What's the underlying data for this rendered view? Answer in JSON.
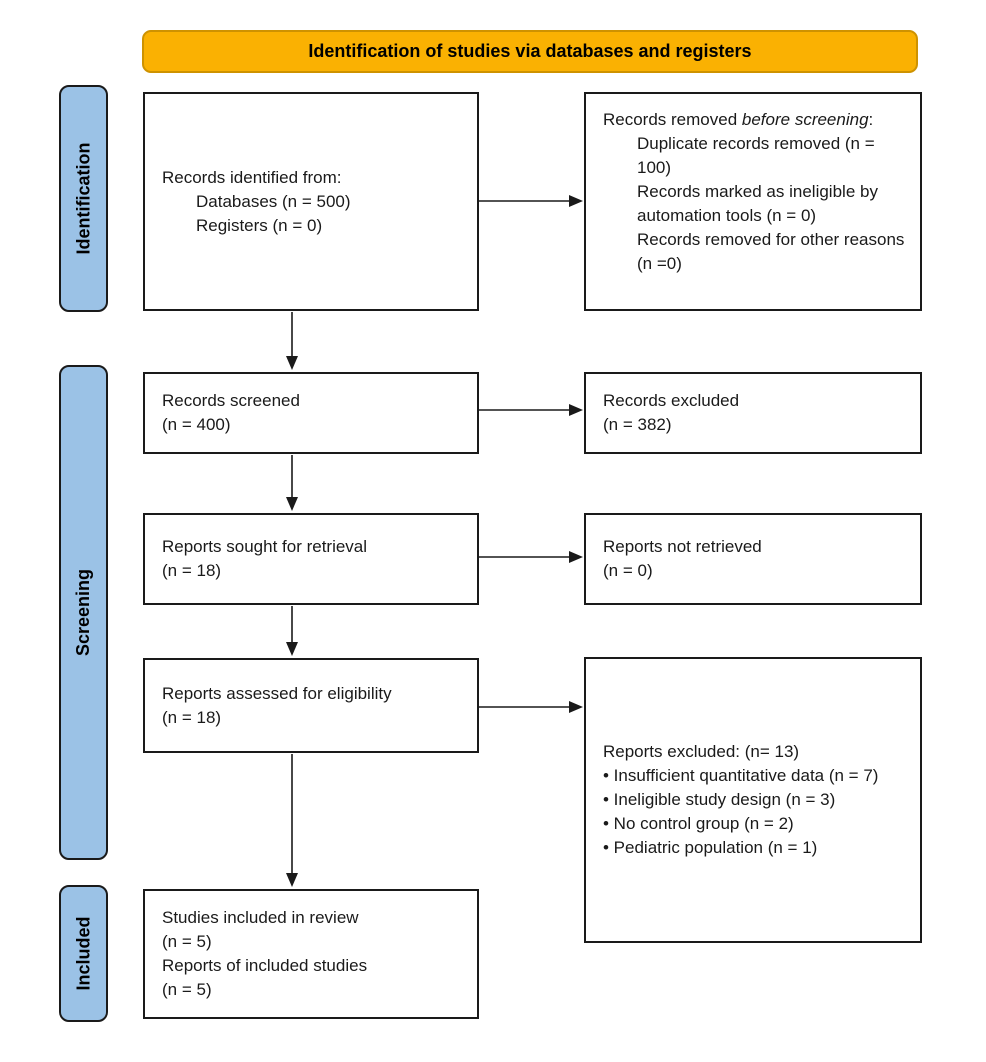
{
  "banner": {
    "title": "Identification of studies via databases and registers"
  },
  "sidebar": {
    "identification_label": "Identification",
    "screening_label": "Screening",
    "included_label": "Included"
  },
  "boxes": {
    "records_identified": {
      "title": "Records identified from:",
      "items": [
        "Databases (n = 500)",
        "Registers (n = 0)"
      ]
    },
    "records_removed": {
      "intro_normal": "Records removed ",
      "intro_italic": "before screening",
      "intro_suffix": ":",
      "items": [
        "Duplicate records removed (n = 100)",
        "Records marked as ineligible by automation tools (n = 0)",
        "Records removed for other reasons (n =0)"
      ]
    },
    "records_screened": {
      "lines": [
        "Records screened",
        "(n = 400)"
      ]
    },
    "records_excluded": {
      "lines": [
        "Records excluded",
        "(n = 382)"
      ]
    },
    "reports_sought": {
      "lines": [
        "Reports sought for retrieval",
        "(n = 18)"
      ]
    },
    "reports_not_retrieved": {
      "lines": [
        "Reports not retrieved",
        "(n = 0)"
      ]
    },
    "reports_assessed": {
      "lines": [
        "Reports assessed for eligibility",
        "(n = 18)"
      ]
    },
    "reports_excluded": {
      "title": "Reports excluded: (n= 13)",
      "bullets": [
        "• Insufficient quantitative data (n = 7)",
        "• Ineligible study design (n = 3)",
        "• No control group (n = 2)",
        "• Pediatric population (n = 1)"
      ]
    },
    "studies_included": {
      "lines": [
        "Studies included in review",
        "(n = 5)",
        "Reports of included studies",
        "(n = 5)"
      ]
    }
  },
  "colors": {
    "banner_bg": "#FAB102",
    "banner_border": "#CE9200",
    "stage_bg": "#9BC2E6",
    "box_border": "#1A1A1A",
    "arrow": "#1A1A1A"
  }
}
